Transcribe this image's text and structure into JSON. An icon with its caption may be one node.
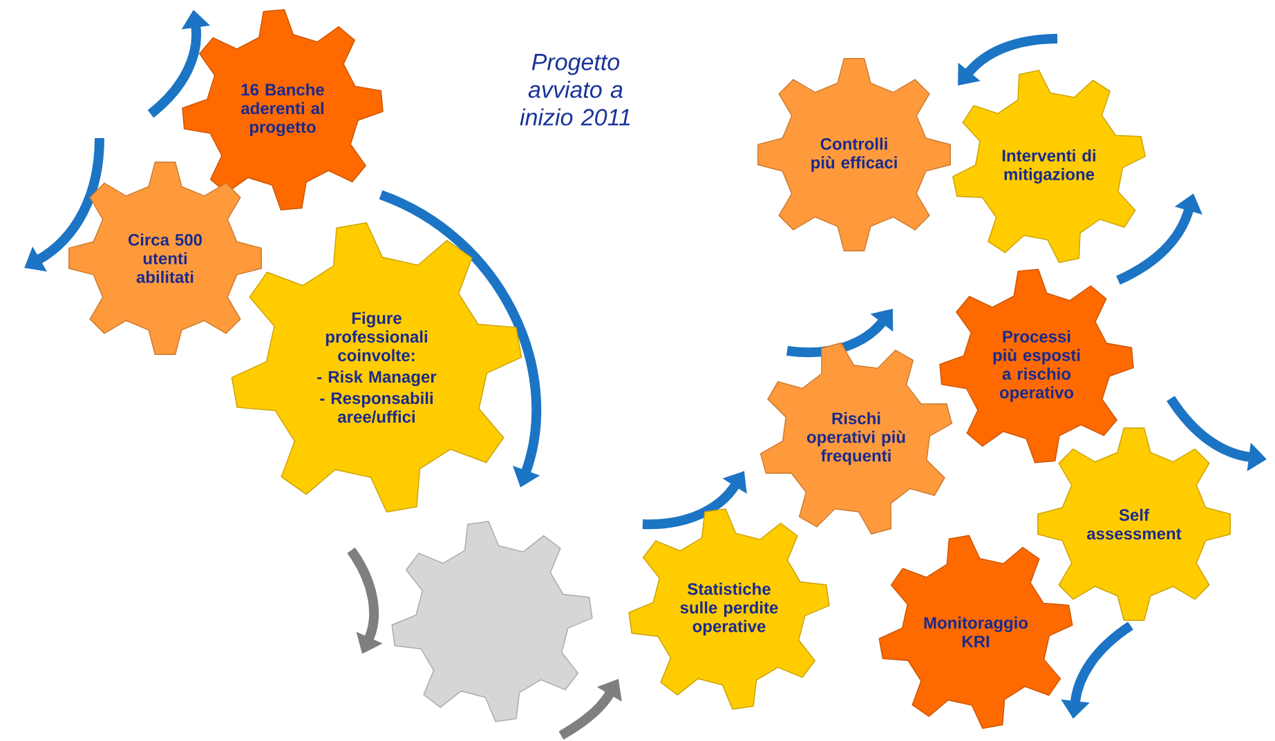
{
  "diagram": {
    "title": "Progetto avviato a inizio 2011",
    "nodes": [
      {
        "text": [
          "16 Banche aderenti al progetto"
        ]
      },
      {
        "text": [
          "Circa 500 utenti abilitati"
        ]
      },
      {
        "text": [
          "Figure professionali coinvolte:",
          "- Risk Manager",
          "- Responsabili aree/uffici"
        ]
      },
      {
        "text": [],
        "shape": "gear"
      },
      {
        "text": [
          "Controlli più efficaci"
        ]
      },
      {
        "text": [
          "Interventi di mitigazione"
        ]
      },
      {
        "text": [
          "Processi più esposti a rischio operativo"
        ]
      },
      {
        "text": [
          "Rischi operativi più frequenti"
        ]
      },
      {
        "text": [
          "Self assessment"
        ]
      },
      {
        "text": [
          "Statistiche sulle perdite operative"
        ]
      },
      {
        "text": [
          "Monitoraggio KRI"
        ]
      }
    ]
  }
}
